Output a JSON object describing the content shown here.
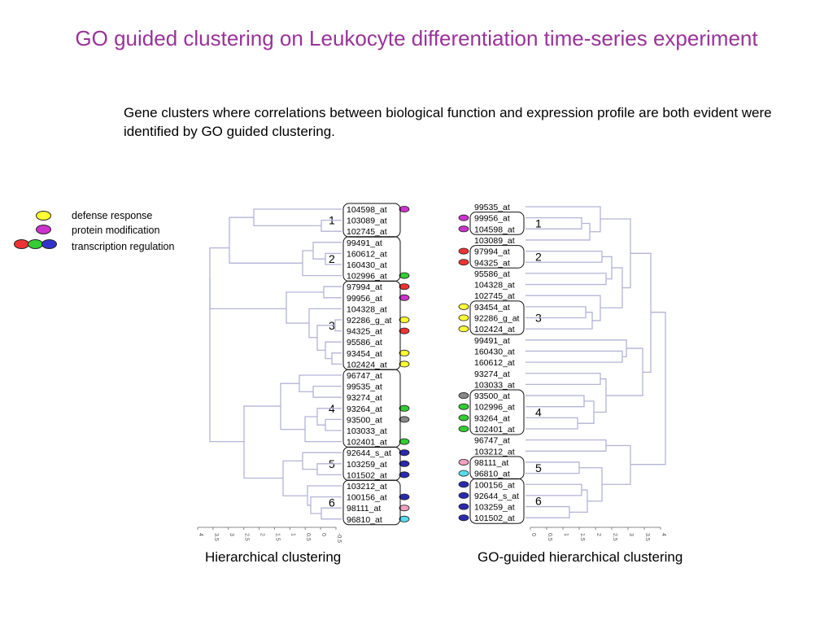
{
  "title": "GO guided clustering on Leukocyte differentiation time-series experiment",
  "description": "Gene clusters where correlations between biological function and expression profile are both evident were identified by GO guided clustering.",
  "legend": [
    {
      "label": "defense response",
      "colors": [
        "#ffff33"
      ]
    },
    {
      "label": "protein modification",
      "colors": [
        "#cc33cc"
      ]
    },
    {
      "label": "transcription regulation",
      "colors": [
        "#ee3333",
        "#33cc33",
        "#3333cc"
      ]
    }
  ],
  "colors": {
    "defense": "#ffff33",
    "protein": "#cc33cc",
    "red": "#ee3333",
    "green": "#33cc33",
    "blue": "#2a2ab0",
    "grey": "#888888",
    "pink": "#f0a0c0",
    "cyan": "#55ddee",
    "line": "#b4b4d8"
  },
  "left_panel": {
    "caption": "Hierarchical clustering",
    "axis_ticks": [
      "4",
      "3.5",
      "3",
      "2.5",
      "2",
      "1.5",
      "1",
      "0.5",
      "0",
      "-0.5"
    ],
    "genes": [
      {
        "name": "104598_at",
        "go": "protein"
      },
      {
        "name": "103089_at",
        "go": ""
      },
      {
        "name": "102745_at",
        "go": ""
      },
      {
        "name": "99491_at",
        "go": ""
      },
      {
        "name": "160612_at",
        "go": ""
      },
      {
        "name": "160430_at",
        "go": ""
      },
      {
        "name": "102996_at",
        "go": "green"
      },
      {
        "name": "97994_at",
        "go": "red"
      },
      {
        "name": "99956_at",
        "go": "protein"
      },
      {
        "name": "104328_at",
        "go": ""
      },
      {
        "name": "92286_g_at",
        "go": "defense"
      },
      {
        "name": "94325_at",
        "go": "red"
      },
      {
        "name": "95586_at",
        "go": ""
      },
      {
        "name": "93454_at",
        "go": "defense"
      },
      {
        "name": "102424_at",
        "go": "defense"
      },
      {
        "name": "96747_at",
        "go": ""
      },
      {
        "name": "99535_at",
        "go": ""
      },
      {
        "name": "93274_at",
        "go": ""
      },
      {
        "name": "93264_at",
        "go": "green"
      },
      {
        "name": "93500_at",
        "go": "grey"
      },
      {
        "name": "103033_at",
        "go": ""
      },
      {
        "name": "102401_at",
        "go": "green"
      },
      {
        "name": "92644_s_at",
        "go": "blue"
      },
      {
        "name": "103259_at",
        "go": "blue"
      },
      {
        "name": "101502_at",
        "go": "blue"
      },
      {
        "name": "103212_at",
        "go": ""
      },
      {
        "name": "100156_at",
        "go": "blue"
      },
      {
        "name": "98111_at",
        "go": "pink"
      },
      {
        "name": "96810_at",
        "go": "cyan"
      }
    ],
    "clusters": [
      {
        "label": "1",
        "start": 0,
        "end": 2
      },
      {
        "label": "2",
        "start": 3,
        "end": 6
      },
      {
        "label": "3",
        "start": 7,
        "end": 14
      },
      {
        "label": "4",
        "start": 15,
        "end": 21
      },
      {
        "label": "5",
        "start": 22,
        "end": 24
      },
      {
        "label": "6",
        "start": 25,
        "end": 28
      }
    ]
  },
  "right_panel": {
    "caption": "GO-guided hierarchical clustering",
    "axis_ticks": [
      "0",
      "0.5",
      "1",
      "1.5",
      "2",
      "2.5",
      "3",
      "3.5",
      "4"
    ],
    "genes": [
      {
        "name": "99535_at",
        "go": ""
      },
      {
        "name": "99956_at",
        "go": "protein"
      },
      {
        "name": "104598_at",
        "go": "protein"
      },
      {
        "name": "103089_at",
        "go": ""
      },
      {
        "name": "97994_at",
        "go": "red"
      },
      {
        "name": "94325_at",
        "go": "red"
      },
      {
        "name": "95586_at",
        "go": ""
      },
      {
        "name": "104328_at",
        "go": ""
      },
      {
        "name": "102745_at",
        "go": ""
      },
      {
        "name": "93454_at",
        "go": "defense"
      },
      {
        "name": "92286_g_at",
        "go": "defense"
      },
      {
        "name": "102424_at",
        "go": "defense"
      },
      {
        "name": "99491_at",
        "go": ""
      },
      {
        "name": "160430_at",
        "go": ""
      },
      {
        "name": "160612_at",
        "go": ""
      },
      {
        "name": "93274_at",
        "go": ""
      },
      {
        "name": "103033_at",
        "go": ""
      },
      {
        "name": "93500_at",
        "go": "grey"
      },
      {
        "name": "102996_at",
        "go": "green"
      },
      {
        "name": "93264_at",
        "go": "green"
      },
      {
        "name": "102401_at",
        "go": "green"
      },
      {
        "name": "96747_at",
        "go": ""
      },
      {
        "name": "103212_at",
        "go": ""
      },
      {
        "name": "98111_at",
        "go": "pink"
      },
      {
        "name": "96810_at",
        "go": "cyan"
      },
      {
        "name": "100156_at",
        "go": "blue"
      },
      {
        "name": "92644_s_at",
        "go": "blue"
      },
      {
        "name": "103259_at",
        "go": "blue"
      },
      {
        "name": "101502_at",
        "go": "blue"
      }
    ],
    "clusters": [
      {
        "label": "1",
        "start": 1,
        "end": 2
      },
      {
        "label": "2",
        "start": 4,
        "end": 5
      },
      {
        "label": "3",
        "start": 9,
        "end": 11
      },
      {
        "label": "4",
        "start": 17,
        "end": 20
      },
      {
        "label": "5",
        "start": 23,
        "end": 24
      },
      {
        "label": "6",
        "start": 25,
        "end": 28
      }
    ]
  }
}
